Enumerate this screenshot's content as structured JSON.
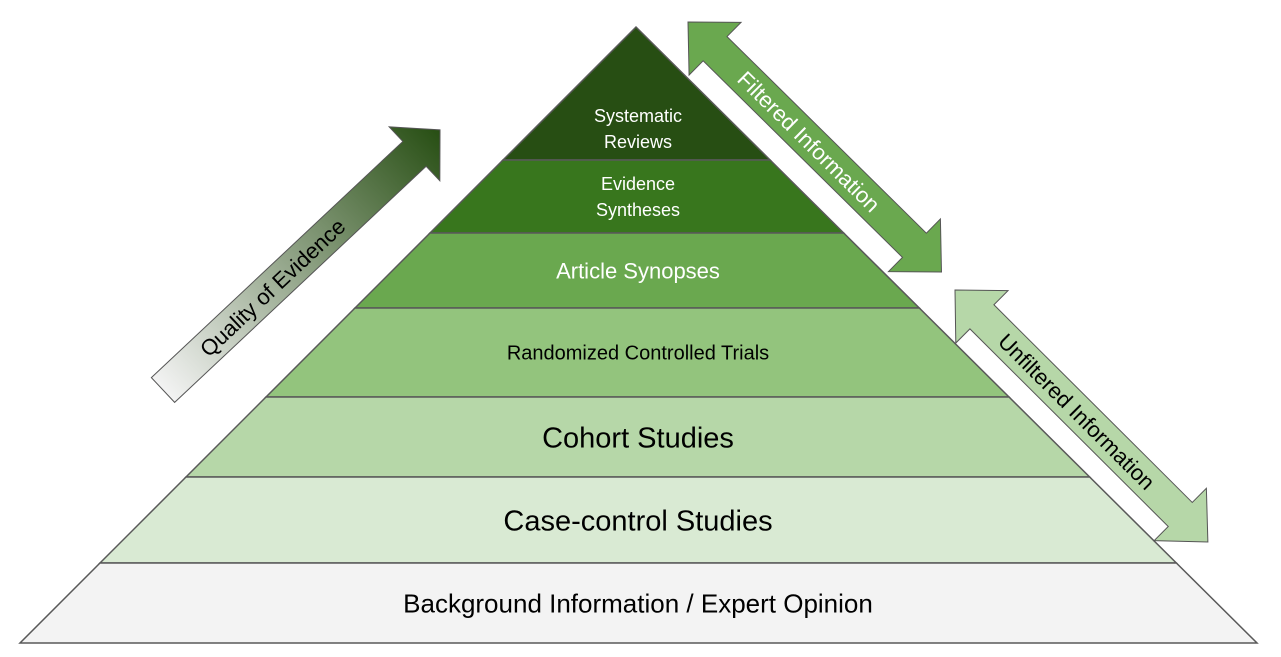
{
  "title": "Evidence pyramid",
  "layers": [
    {
      "label_lines": [
        "Systematic",
        "Reviews"
      ],
      "color": "#274e13",
      "text_color": "#ffffff"
    },
    {
      "label_lines": [
        "Evidence",
        "Syntheses"
      ],
      "color": "#38761d",
      "text_color": "#ffffff"
    },
    {
      "label_lines": [
        "Article Synopses"
      ],
      "color": "#6aa84f",
      "text_color": "#ffffff"
    },
    {
      "label_lines": [
        "Randomized Controlled Trials"
      ],
      "color": "#93c47d",
      "text_color": "#000000"
    },
    {
      "label_lines": [
        "Cohort Studies"
      ],
      "color": "#b6d7a8",
      "text_color": "#000000"
    },
    {
      "label_lines": [
        "Case-control Studies"
      ],
      "color": "#d9ead3",
      "text_color": "#000000"
    },
    {
      "label_lines": [
        "Background Information / Expert Opinion"
      ],
      "color": "#f3f3f3",
      "text_color": "#000000"
    }
  ],
  "arrows": {
    "quality": {
      "label": "Quality of Evidence",
      "color_start": "#f3f3f3",
      "color_end": "#274e13"
    },
    "filtered": {
      "label": "Filtered Information",
      "color": "#6aa84f"
    },
    "unfiltered": {
      "label": "Unfiltered Information",
      "color": "#b6d7a8"
    }
  }
}
